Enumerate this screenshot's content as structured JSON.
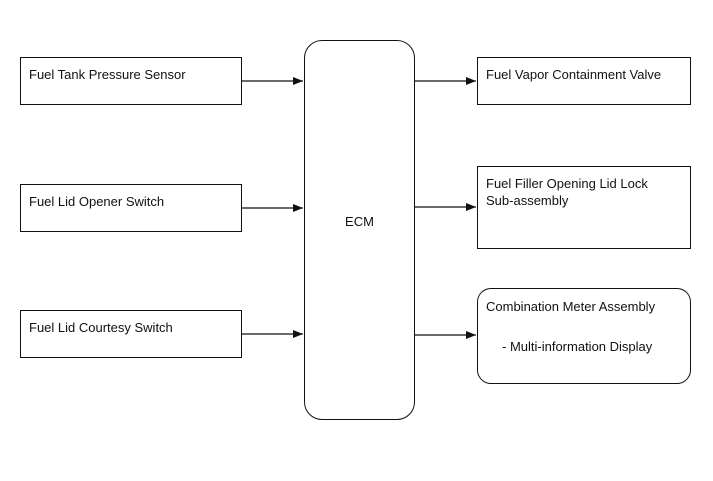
{
  "inputs": [
    {
      "label": "Fuel Tank Pressure Sensor"
    },
    {
      "label": "Fuel Lid Opener Switch"
    },
    {
      "label": "Fuel Lid Courtesy Switch"
    }
  ],
  "ecm": {
    "label": "ECM"
  },
  "outputs": [
    {
      "label": "Fuel Vapor Containment Valve"
    },
    {
      "label": "Fuel Filler Opening Lid Lock\nSub-assembly"
    },
    {
      "label": "Combination Meter Assembly",
      "sublabel": "- Multi-information Display"
    }
  ],
  "colors": {
    "line": "#111111",
    "background": "#ffffff"
  }
}
